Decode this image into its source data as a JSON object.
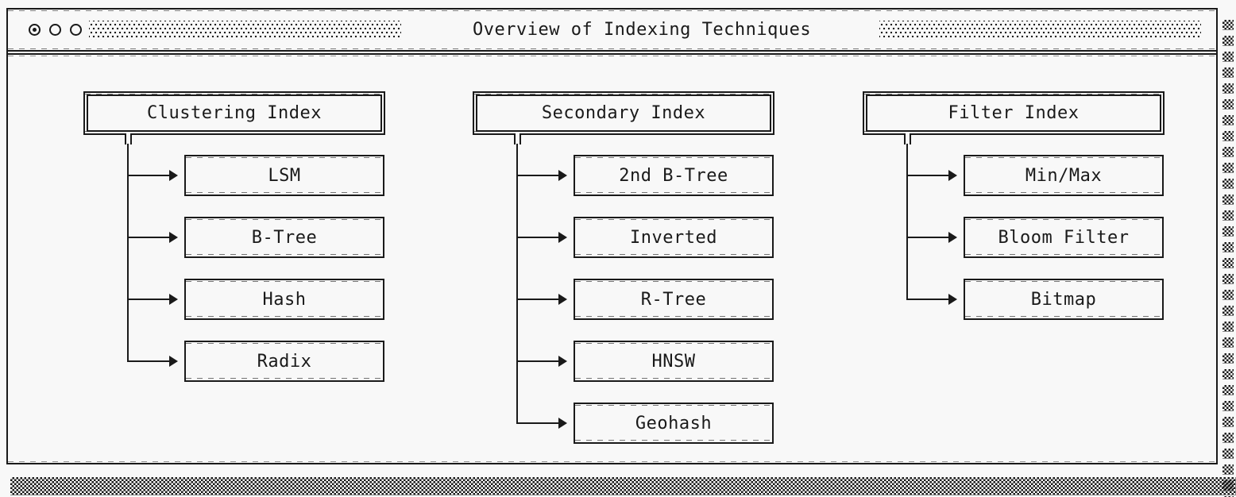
{
  "window": {
    "title": "Overview of Indexing Techniques",
    "controls": [
      {
        "name": "titlebar-button-1",
        "style": "filled-dot-circle"
      },
      {
        "name": "titlebar-button-2",
        "style": "circle"
      },
      {
        "name": "titlebar-button-3",
        "style": "circle"
      }
    ]
  },
  "diagram": {
    "trees": [
      {
        "header": "Clustering Index",
        "children": [
          "LSM",
          "B-Tree",
          "Hash",
          "Radix"
        ]
      },
      {
        "header": "Secondary Index",
        "children": [
          "2nd B-Tree",
          "Inverted",
          "R-Tree",
          "HNSW",
          "Geohash"
        ]
      },
      {
        "header": "Filter Index",
        "children": [
          "Min/Max",
          "Bloom Filter",
          "Bitmap"
        ]
      }
    ]
  },
  "icons": {
    "arrowhead": "right-arrowhead-icon",
    "pattern_titlebar": "dot-checker-pattern",
    "pattern_shadow": "checkerboard-shadow-pattern"
  },
  "colors": {
    "ink": "#1a1a1a",
    "background": "#f8f8f8"
  }
}
